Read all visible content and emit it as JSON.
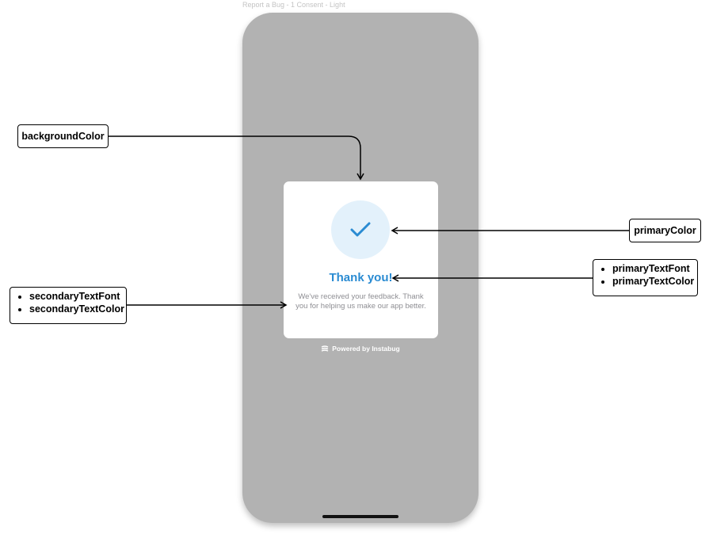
{
  "frame": {
    "caption": "Report a Bug - 1 Consent - Light"
  },
  "card": {
    "title": "Thank you!",
    "message": "We've received your feedback. Thank you for helping us make our app better.",
    "icon": "checkmark-icon"
  },
  "footer": {
    "powered_by": "Powered by Instabug",
    "logo_icon": "instabug-logo-icon"
  },
  "annotations": {
    "background": {
      "label": "backgroundColor"
    },
    "primary_color": {
      "label": "primaryColor"
    },
    "primary_text": {
      "items": [
        "primaryTextFont",
        "primaryTextColor"
      ]
    },
    "secondary_text": {
      "items": [
        "secondaryTextFont",
        "secondaryTextColor"
      ]
    }
  },
  "colors": {
    "primary": "#2a8bd2",
    "primary_light": "#e3f1fb",
    "overlay_background": "#b2b2b2",
    "secondary_text": "#8e8e93"
  }
}
